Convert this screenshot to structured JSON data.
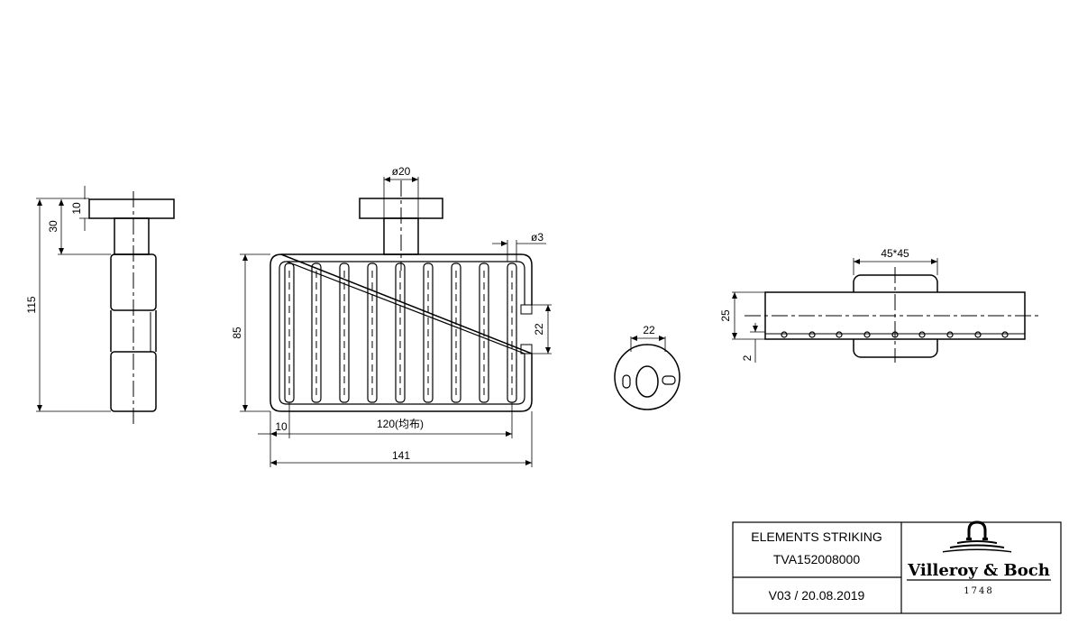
{
  "dimensions": {
    "side_small": "10",
    "side_mid": "30",
    "side_total": "115",
    "front_flange_dia": "ø20",
    "front_rod_dia": "ø3",
    "front_height": "85",
    "front_gap": "22",
    "front_offset": "10",
    "front_pitch": "120(均布)",
    "front_width": "141",
    "plate_slot": "22",
    "top_mount": "45*45",
    "top_depth": "25",
    "top_rod_offset": "2"
  },
  "title_block": {
    "product_name": "ELEMENTS STRIKING",
    "article_number": "TVA152008000",
    "version": "V03 / 20.08.2019",
    "brand": "Villeroy & Boch",
    "brand_year": "1748"
  }
}
